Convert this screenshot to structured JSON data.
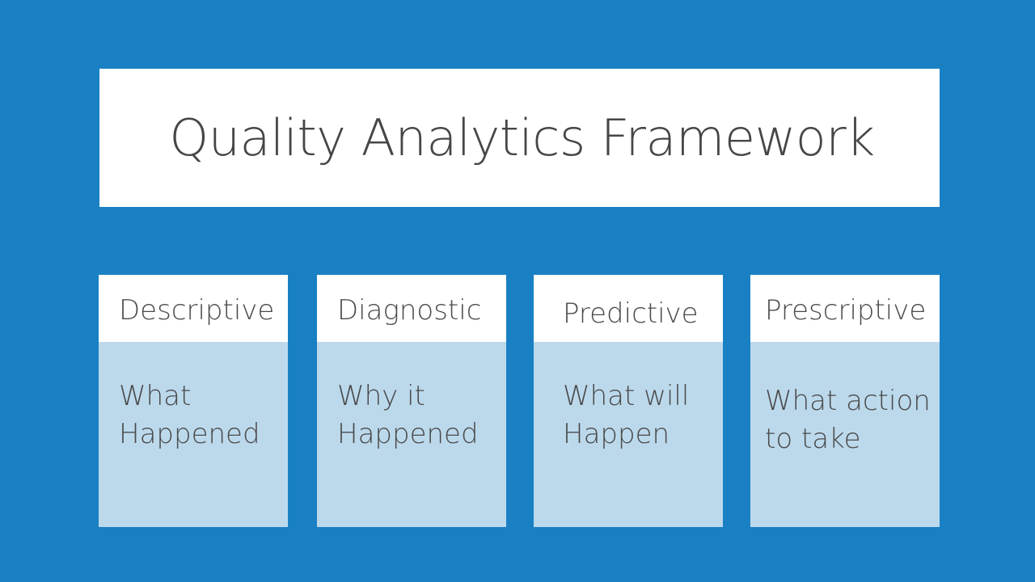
{
  "slide": {
    "background_color": "#1a80c4",
    "title": "Quality Analytics Framework",
    "title_box_color": "#ffffff",
    "title_text_color": "#464646"
  },
  "cards": [
    {
      "header": "Descriptive",
      "body": "What\nHappened",
      "header_bg": "#ffffff",
      "body_bg": "#bcd9ec",
      "text_color": "#4a4a4a"
    },
    {
      "header": "Diagnostic",
      "body": "Why it\nHappened",
      "header_bg": "#ffffff",
      "body_bg": "#bcd9ec",
      "text_color": "#4a4a4a"
    },
    {
      "header": "Predictive",
      "body": "What will\nHappen",
      "header_bg": "#ffffff",
      "body_bg": "#bcd9ec",
      "text_color": "#4a4a4a"
    },
    {
      "header": "Prescriptive",
      "body": "What action\nto take",
      "header_bg": "#ffffff",
      "body_bg": "#bcd9ec",
      "text_color": "#4a4a4a"
    }
  ]
}
